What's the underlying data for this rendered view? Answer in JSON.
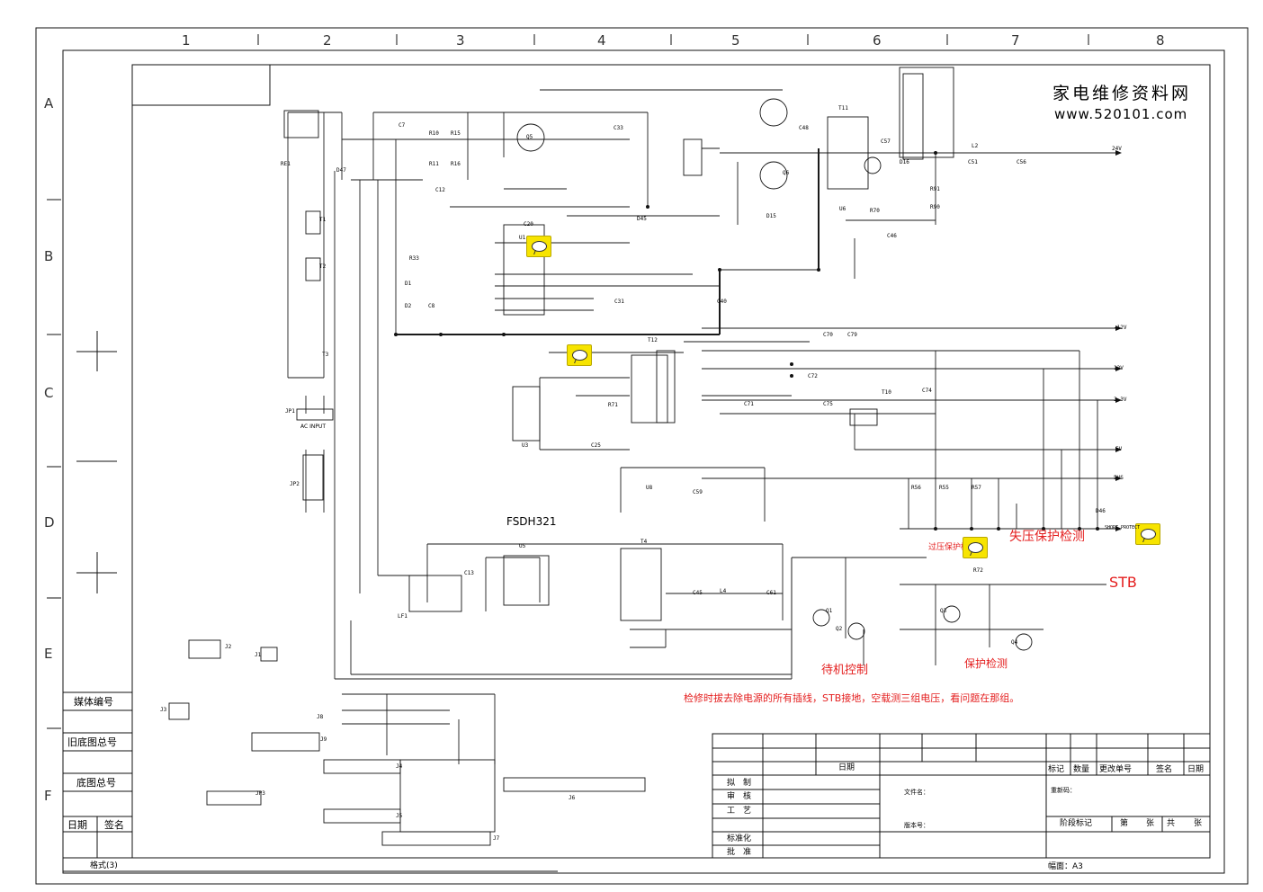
{
  "columns": [
    "1",
    "2",
    "3",
    "4",
    "5",
    "6",
    "7",
    "8"
  ],
  "rows": [
    "A",
    "B",
    "C",
    "D",
    "E",
    "F"
  ],
  "watermark": {
    "line1": "家电维修资料网",
    "line2": "www.520101.com"
  },
  "sidebar": {
    "media_no": "媒体编号",
    "old_drawing": "旧底图总号",
    "drawing": "底图总号",
    "date": "日期",
    "signature": "签名",
    "format": "格式(3)"
  },
  "annotations": {
    "undervoltage": "失压保护检测",
    "stb": "STB",
    "overvoltage": "过压保护检测",
    "standby": "待机控制",
    "protection": "保护检测",
    "instructions": "检修时拔去除电源的所有插线，STB接地，空载测三组电压，看问题在那组。",
    "ic_fsdh321": "FSDH321",
    "ac_input": "AC INPUT"
  },
  "title_block": {
    "date": "日期",
    "mark": "标记",
    "quantity": "数量",
    "change_no": "更改单号",
    "sign": "签名",
    "date2": "日期",
    "draft": "拟　制",
    "review": "审　核",
    "process": "工　艺",
    "standardize": "标准化",
    "approve": "批　准",
    "file_name": "文件名：",
    "version": "版本号：",
    "update_code": "重新码：",
    "stage_mark": "阶段标记",
    "sheet": "第",
    "sheet_unit": "张",
    "total": "共",
    "total_unit": "张",
    "size": "幅面：A3"
  },
  "rails": [
    "24V",
    "-12V",
    "12V",
    "3.3V",
    "5V",
    "5VS",
    "SHORT_PROTECT"
  ],
  "parts": [
    "U1",
    "U3",
    "U5",
    "U6",
    "U8",
    "T1",
    "T2",
    "T3",
    "T4",
    "T10",
    "T11",
    "T12",
    "Q1",
    "Q2",
    "Q3",
    "Q4",
    "Q5",
    "Q6",
    "D1",
    "D2",
    "D15",
    "D16",
    "D45",
    "D46",
    "D47",
    "JP1",
    "JP2",
    "JP3",
    "J1",
    "J2",
    "J3",
    "J4",
    "J5",
    "J6",
    "J7",
    "J8",
    "J9",
    "RE1",
    "LF1",
    "L2",
    "L4",
    "R10",
    "R11",
    "R15",
    "R16",
    "R33",
    "R55",
    "R56",
    "R57",
    "R70",
    "R71",
    "R72",
    "R90",
    "R91",
    "C7",
    "C8",
    "C12",
    "C13",
    "C20",
    "C25",
    "C31",
    "C33",
    "C40",
    "C45",
    "C46",
    "C48",
    "C51",
    "C56",
    "C57",
    "C59",
    "C61",
    "C70",
    "C71",
    "C72",
    "C74",
    "C75",
    "C79"
  ],
  "colors": {
    "frame": "#111111",
    "wire": "#1a1a1a",
    "annotation": "#e41e1e",
    "note": "#f7e400"
  }
}
